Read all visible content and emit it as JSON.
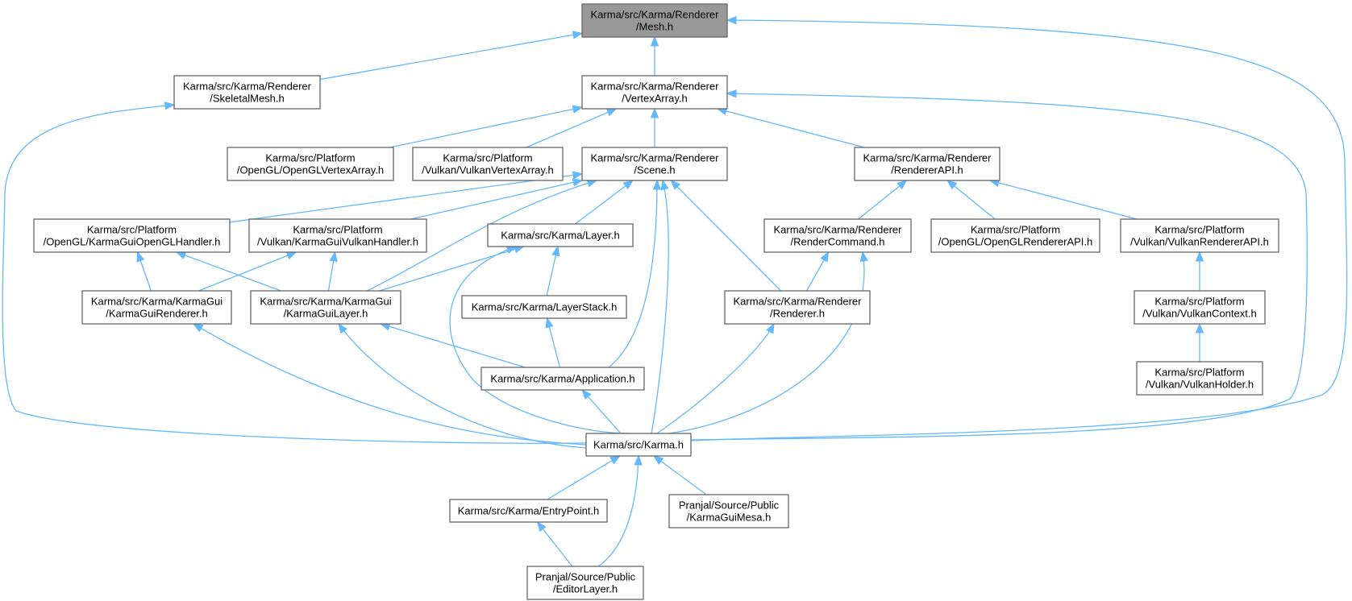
{
  "colors": {
    "edge": "#63b8ff",
    "root_fill": "#999999",
    "node_fill": "#ffffff",
    "node_border": "#666666"
  },
  "nodes": [
    {
      "id": "mesh",
      "lines": [
        "Karma/src/Karma/Renderer",
        "/Mesh.h"
      ],
      "root": true
    },
    {
      "id": "skeletalmesh",
      "lines": [
        "Karma/src/Karma/Renderer",
        "/SkeletalMesh.h"
      ]
    },
    {
      "id": "vertexarray",
      "lines": [
        "Karma/src/Karma/Renderer",
        "/VertexArray.h"
      ]
    },
    {
      "id": "openglvertexarray",
      "lines": [
        "Karma/src/Platform",
        "/OpenGL/OpenGLVertexArray.h"
      ]
    },
    {
      "id": "vulkanvertexarray",
      "lines": [
        "Karma/src/Platform",
        "/Vulkan/VulkanVertexArray.h"
      ]
    },
    {
      "id": "scene",
      "lines": [
        "Karma/src/Karma/Renderer",
        "/Scene.h"
      ]
    },
    {
      "id": "rendererapi",
      "lines": [
        "Karma/src/Karma/Renderer",
        "/RendererAPI.h"
      ]
    },
    {
      "id": "karmaguiopenglhandler",
      "lines": [
        "Karma/src/Platform",
        "/OpenGL/KarmaGuiOpenGLHandler.h"
      ]
    },
    {
      "id": "karmaguivulkanhandler",
      "lines": [
        "Karma/src/Platform",
        "/Vulkan/KarmaGuiVulkanHandler.h"
      ]
    },
    {
      "id": "layer",
      "lines": [
        "Karma/src/Karma/Layer.h"
      ]
    },
    {
      "id": "rendercommand",
      "lines": [
        "Karma/src/Karma/Renderer",
        "/RenderCommand.h"
      ]
    },
    {
      "id": "openglrendererapi",
      "lines": [
        "Karma/src/Platform",
        "/OpenGL/OpenGLRendererAPI.h"
      ]
    },
    {
      "id": "vulkanrendererapi",
      "lines": [
        "Karma/src/Platform",
        "/Vulkan/VulkanRendererAPI.h"
      ]
    },
    {
      "id": "karmaguirenderer",
      "lines": [
        "Karma/src/Karma/KarmaGui",
        "/KarmaGuiRenderer.h"
      ]
    },
    {
      "id": "karmaguilayer",
      "lines": [
        "Karma/src/Karma/KarmaGui",
        "/KarmaGuiLayer.h"
      ]
    },
    {
      "id": "layerstack",
      "lines": [
        "Karma/src/Karma/LayerStack.h"
      ]
    },
    {
      "id": "renderer",
      "lines": [
        "Karma/src/Karma/Renderer",
        "/Renderer.h"
      ]
    },
    {
      "id": "vulkancontext",
      "lines": [
        "Karma/src/Platform",
        "/Vulkan/VulkanContext.h"
      ]
    },
    {
      "id": "application",
      "lines": [
        "Karma/src/Karma/Application.h"
      ]
    },
    {
      "id": "vulkanholder",
      "lines": [
        "Karma/src/Platform",
        "/Vulkan/VulkanHolder.h"
      ]
    },
    {
      "id": "karma",
      "lines": [
        "Karma/src/Karma.h"
      ]
    },
    {
      "id": "entrypoint",
      "lines": [
        "Karma/src/Karma/EntryPoint.h"
      ]
    },
    {
      "id": "karmaguimesa",
      "lines": [
        "Pranjal/Source/Public",
        "/KarmaGuiMesa.h"
      ]
    },
    {
      "id": "editorlayer",
      "lines": [
        "Pranjal/Source/Public",
        "/EditorLayer.h"
      ]
    }
  ],
  "edges": [
    {
      "from": "skeletalmesh",
      "to": "mesh"
    },
    {
      "from": "vertexarray",
      "to": "mesh"
    },
    {
      "from": "karma",
      "to": "mesh"
    },
    {
      "from": "karma",
      "to": "skeletalmesh"
    },
    {
      "from": "openglvertexarray",
      "to": "vertexarray"
    },
    {
      "from": "vulkanvertexarray",
      "to": "vertexarray"
    },
    {
      "from": "scene",
      "to": "vertexarray"
    },
    {
      "from": "rendererapi",
      "to": "vertexarray"
    },
    {
      "from": "karma",
      "to": "vertexarray"
    },
    {
      "from": "karmaguiopenglhandler",
      "to": "scene"
    },
    {
      "from": "karmaguivulkanhandler",
      "to": "scene"
    },
    {
      "from": "karmaguilayer",
      "to": "scene"
    },
    {
      "from": "layer",
      "to": "scene"
    },
    {
      "from": "application",
      "to": "scene"
    },
    {
      "from": "karma",
      "to": "scene"
    },
    {
      "from": "renderer",
      "to": "scene"
    },
    {
      "from": "rendercommand",
      "to": "rendererapi"
    },
    {
      "from": "openglrendererapi",
      "to": "rendererapi"
    },
    {
      "from": "vulkanrendererapi",
      "to": "rendererapi"
    },
    {
      "from": "karmaguirenderer",
      "to": "karmaguiopenglhandler"
    },
    {
      "from": "karmaguilayer",
      "to": "karmaguiopenglhandler"
    },
    {
      "from": "karmaguirenderer",
      "to": "karmaguivulkanhandler"
    },
    {
      "from": "karmaguilayer",
      "to": "karmaguivulkanhandler"
    },
    {
      "from": "karmaguilayer",
      "to": "layer"
    },
    {
      "from": "layerstack",
      "to": "layer"
    },
    {
      "from": "karma",
      "to": "layer"
    },
    {
      "from": "renderer",
      "to": "rendercommand"
    },
    {
      "from": "karma",
      "to": "rendercommand"
    },
    {
      "from": "vulkancontext",
      "to": "vulkanrendererapi"
    },
    {
      "from": "vulkanholder",
      "to": "vulkancontext"
    },
    {
      "from": "karma",
      "to": "karmaguirenderer"
    },
    {
      "from": "karma",
      "to": "karmaguilayer"
    },
    {
      "from": "application",
      "to": "karmaguilayer"
    },
    {
      "from": "application",
      "to": "layerstack"
    },
    {
      "from": "karma",
      "to": "renderer"
    },
    {
      "from": "karma",
      "to": "application"
    },
    {
      "from": "entrypoint",
      "to": "karma"
    },
    {
      "from": "karmaguimesa",
      "to": "karma"
    },
    {
      "from": "editorlayer",
      "to": "karma"
    },
    {
      "from": "editorlayer",
      "to": "entrypoint"
    }
  ]
}
